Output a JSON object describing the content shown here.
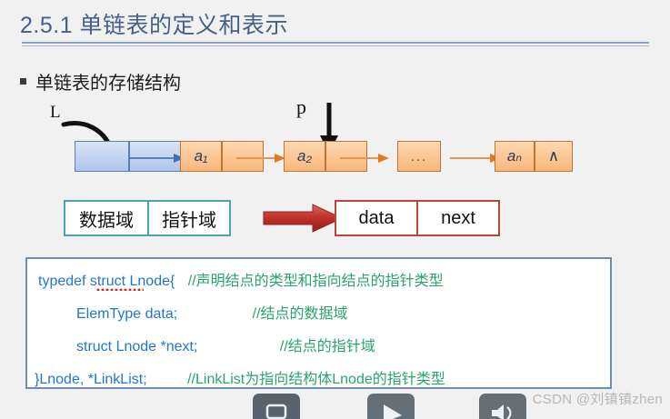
{
  "slide": {
    "title": "2.5.1 单链表的定义和表示",
    "bullet": "单链表的存储结构",
    "watermark": "CSDN @刘镇镇zhen"
  },
  "diagram": {
    "head_label": "L",
    "pointer_label": "p",
    "nodes": [
      {
        "data": "",
        "next": "",
        "style": "blue"
      },
      {
        "data": "a₁",
        "next": "",
        "style": "orange"
      },
      {
        "data": "a₂",
        "next": "",
        "style": "orange"
      },
      {
        "data": "...",
        "next": null,
        "style": "orange"
      },
      {
        "data": "aₙ",
        "next": "∧",
        "style": "orange"
      }
    ]
  },
  "fields": {
    "left_box": [
      "数据域",
      "指针域"
    ],
    "right_box": [
      "data",
      "next"
    ],
    "arrow": "red-right-arrow"
  },
  "code": {
    "lines": [
      {
        "code": "typedef  struct  Lnode{",
        "comment": "//声明结点的类型和指向结点的指针类型"
      },
      {
        "code": "ElemType          data;",
        "comment": "//结点的数据域"
      },
      {
        "code": "struct   Lnode  *next;",
        "comment": "//结点的指针域"
      },
      {
        "code": "}Lnode, *LinkList;",
        "comment": "//LinkList为指向结构体Lnode的指针类型"
      }
    ]
  },
  "player": {
    "buttons": [
      "screen-icon",
      "play-icon",
      "volume-icon"
    ]
  },
  "colors": {
    "title": "#44618c",
    "node_orange_border": "#c0762c",
    "node_blue_border": "#5b7fb5",
    "teal_border": "#4aa3c0",
    "red_border": "#b9453c",
    "code_keyword": "#2277c8",
    "code_comment": "#2aa46a"
  }
}
